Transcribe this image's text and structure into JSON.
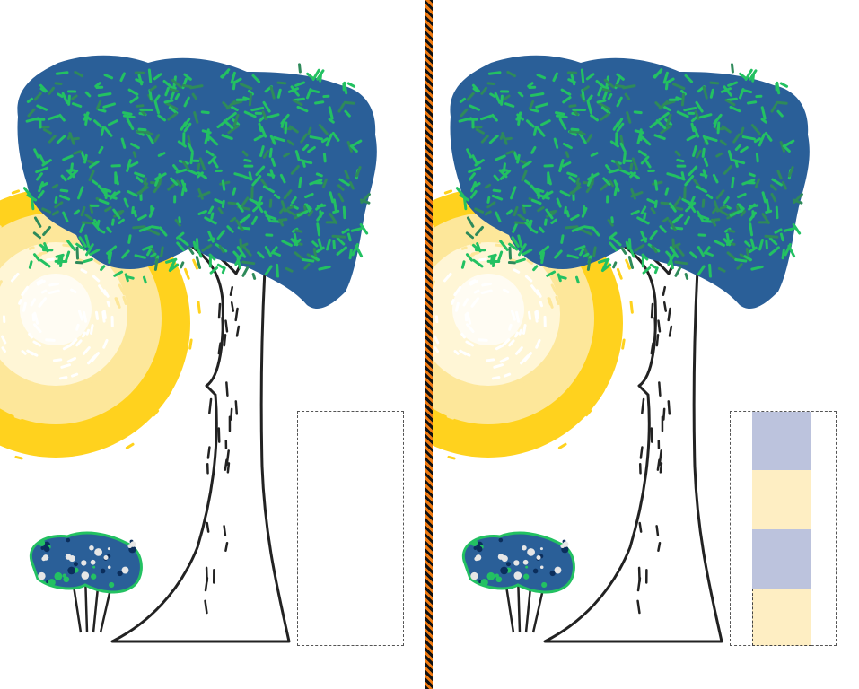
{
  "colors": {
    "canopy_base": "#2a5f98",
    "canopy_stroke": "#23c162",
    "canopy_stroke_dark": "#2e8a5a",
    "sun_outer": "#ffd21e",
    "sun_mid": "#fde79a",
    "sun_inner": "#fff6d6",
    "trunk_outline": "#222222",
    "divider_a": "#111111",
    "divider_b": "#f07a10",
    "bar_lavender": "#bcc3dd",
    "bar_cream": "#feeec3"
  },
  "panels": {
    "left": {
      "name": "original-scene",
      "selection_filled": false
    },
    "right": {
      "name": "modified-scene",
      "selection_filled": true
    }
  },
  "color_bars": [
    {
      "color": "lavender"
    },
    {
      "color": "cream"
    },
    {
      "color": "lavender"
    },
    {
      "color": "cream",
      "selected": true
    }
  ]
}
